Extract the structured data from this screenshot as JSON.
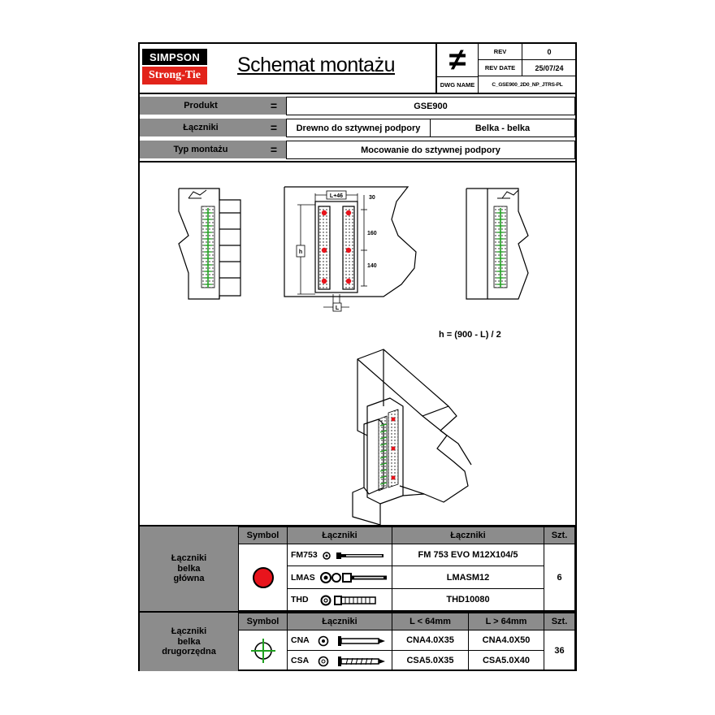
{
  "header": {
    "brand_top": "SIMPSON",
    "brand_bottom": "Strong-Tie",
    "title": "Schemat montażu",
    "rev_label": "REV",
    "rev_value": "0",
    "rev_date_label": "REV DATE",
    "rev_date_value": "25/07/24",
    "dwg_label": "DWG NAME",
    "dwg_value": "C_GSE900_2D0_NP_JTRS-PL",
    "not_equal_symbol": "≠"
  },
  "info": {
    "eq": "=",
    "rows": [
      {
        "label": "Produkt",
        "value": "GSE900"
      },
      {
        "label": "Łączniki",
        "value": "Drewno do sztywnej podpory",
        "value2": "Belka - belka"
      },
      {
        "label": "Typ montażu",
        "value": "Mocowanie do sztywnej podpory"
      }
    ]
  },
  "drawing": {
    "dim_L46": "L+46",
    "dim_30": "30",
    "dim_160": "160",
    "dim_140": "140",
    "dim_h": "h",
    "dim_L": "L",
    "formula": "h = (900 - L) / 2",
    "colors": {
      "red": "#e8141c",
      "green": "#1fa01f"
    }
  },
  "table_main": {
    "group_label": "Łączniki belka główna",
    "symbol_header": "Symbol",
    "fasteners_header": "Łączniki",
    "products_header": "Łączniki",
    "qty_header": "Szt.",
    "symbol": "red-circle-icon",
    "items": [
      {
        "code": "FM753",
        "product": "FM 753 EVO M12X104/5"
      },
      {
        "code": "LMAS",
        "product": "LMASM12"
      },
      {
        "code": "THD",
        "product": "THD10080"
      }
    ],
    "qty": "6"
  },
  "table_secondary": {
    "group_label": "Łączniki belka drugorzędna",
    "symbol_header": "Symbol",
    "fasteners_header": "Łączniki",
    "col_lt": "L < 64mm",
    "col_gt": "L > 64mm",
    "qty_header": "Szt.",
    "symbol": "green-crosshair-icon",
    "items": [
      {
        "code": "CNA",
        "lt": "CNA4.0X35",
        "gt": "CNA4.0X50"
      },
      {
        "code": "CSA",
        "lt": "CSA5.0X35",
        "gt": "CSA5.0X40"
      }
    ],
    "qty": "36"
  }
}
